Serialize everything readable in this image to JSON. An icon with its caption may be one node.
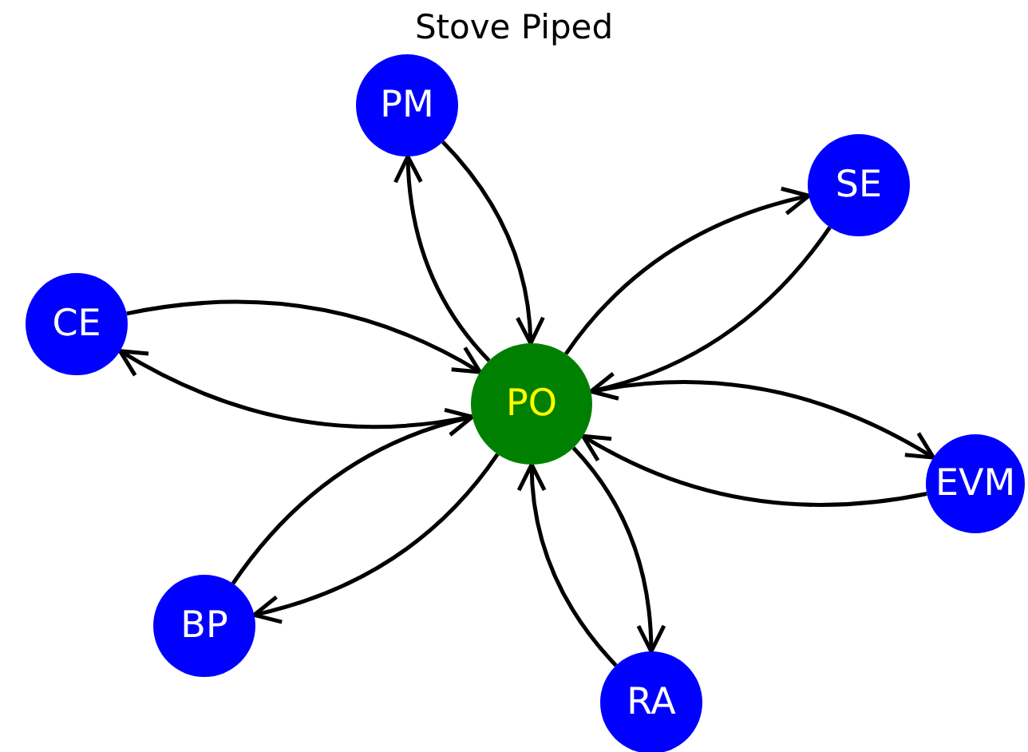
{
  "diagram": {
    "title": "Stove Piped",
    "nodes": [
      {
        "text": [
          "PM"
        ]
      },
      {
        "text": [
          "SE"
        ]
      },
      {
        "text": [
          "CE"
        ]
      },
      {
        "text": [
          "PO"
        ]
      },
      {
        "text": [
          "EVM"
        ]
      },
      {
        "text": [
          "BP"
        ]
      },
      {
        "text": [
          "RA"
        ]
      }
    ],
    "edges": [
      {
        "from": 3,
        "to": 0,
        "arrow": "to"
      },
      {
        "from": 0,
        "to": 3,
        "arrow": "to"
      },
      {
        "from": 3,
        "to": 1,
        "arrow": "to"
      },
      {
        "from": 1,
        "to": 3,
        "arrow": "to"
      },
      {
        "from": 3,
        "to": 2,
        "arrow": "to"
      },
      {
        "from": 2,
        "to": 3,
        "arrow": "to"
      },
      {
        "from": 3,
        "to": 4,
        "arrow": "to"
      },
      {
        "from": 4,
        "to": 3,
        "arrow": "to"
      },
      {
        "from": 3,
        "to": 5,
        "arrow": "to"
      },
      {
        "from": 5,
        "to": 3,
        "arrow": "to"
      },
      {
        "from": 3,
        "to": 6,
        "arrow": "to"
      },
      {
        "from": 6,
        "to": 3,
        "arrow": "to"
      }
    ]
  }
}
